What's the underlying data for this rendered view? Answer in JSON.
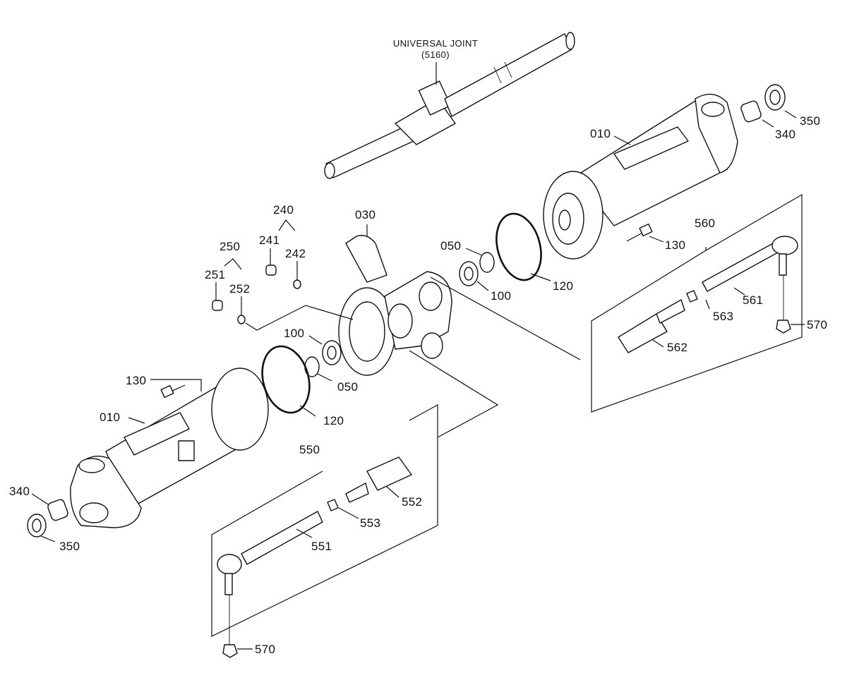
{
  "diagram": {
    "header": {
      "line1": "UNIVERSAL JOINT",
      "line2": "(5160)"
    },
    "labels": {
      "l010_right": "010",
      "l340_right": "340",
      "l350_right": "350",
      "l130_right": "130",
      "l120_right": "120",
      "l100_right": "100",
      "l050_right": "050",
      "l560": "560",
      "l561": "561",
      "l562": "562",
      "l563": "563",
      "l570_right": "570",
      "l030": "030",
      "l240": "240",
      "l241": "241",
      "l242": "242",
      "l250": "250",
      "l251": "251",
      "l252": "252",
      "l100_left": "100",
      "l050_left": "050",
      "l120_left": "120",
      "l130_left": "130",
      "l010_left": "010",
      "l340_left": "340",
      "l350_left": "350",
      "l550": "550",
      "l551": "551",
      "l552": "552",
      "l553": "553",
      "l570_left": "570"
    }
  }
}
